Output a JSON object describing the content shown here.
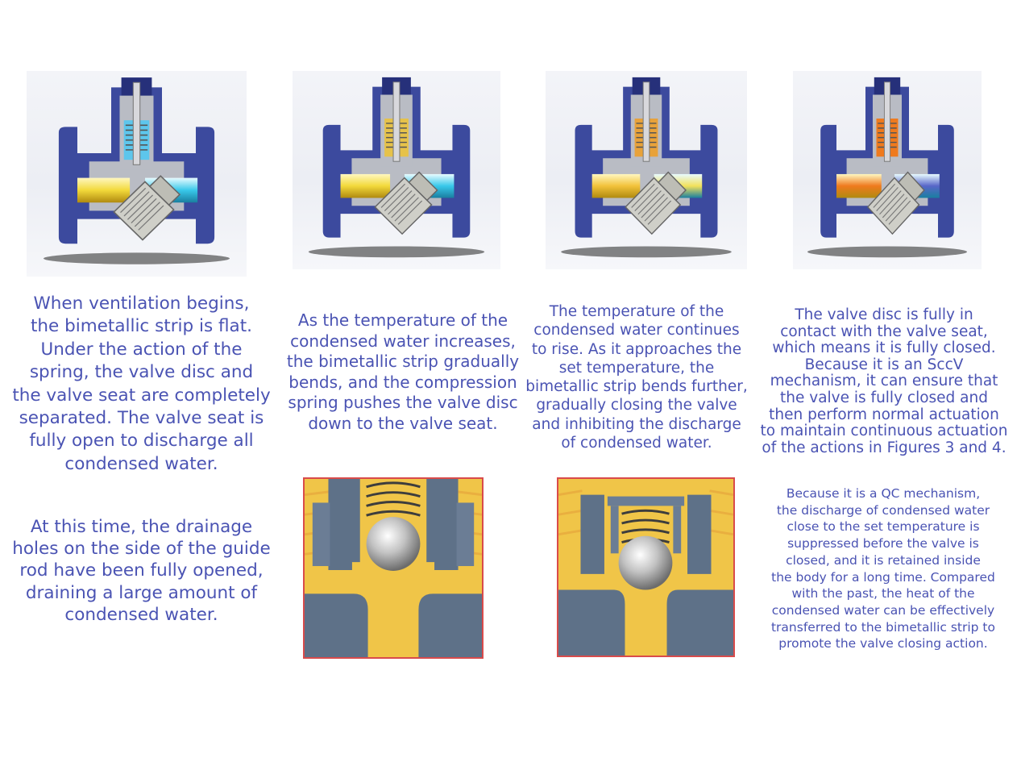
{
  "captions": {
    "stage1": [
      "When ventilation begins,",
      "the bimetallic strip is flat.",
      "Under the action of the",
      "spring, the valve disc and",
      "the valve seat are completely",
      "separated. The valve seat is",
      "fully open to discharge all",
      "condensed water."
    ],
    "stage1_extra": [
      "At this time, the drainage",
      "holes on the side of the guide",
      "rod have been fully opened,",
      "draining a large amount of",
      "condensed water."
    ],
    "stage2": [
      "As the temperature of the",
      "condensed water increases,",
      "the bimetallic strip gradually",
      "bends, and the compression",
      "spring pushes the valve disc",
      "down to the valve seat."
    ],
    "stage3": [
      "The temperature of the",
      "condensed water continues",
      "to rise. As it approaches the",
      "set temperature, the",
      "bimetallic strip bends further,",
      "gradually closing the valve",
      "and inhibiting the discharge",
      "of condensed water."
    ],
    "stage4": [
      "The valve disc is fully in",
      "contact with the valve seat,",
      "which means it is fully closed.",
      "Because it is an SccV",
      "mechanism, it can ensure that",
      "the valve is fully closed and",
      "then perform normal actuation",
      "to maintain continuous actuation",
      "of the actions in Figures 3 and 4."
    ],
    "qc_note": [
      "Because it is a QC mechanism,",
      "the discharge of condensed water",
      "close to the set temperature is",
      "suppressed before the valve is",
      "closed, and it is retained inside",
      "the body for a long time. Compared",
      "with the past, the heat of the",
      "condensed water can be effectively",
      "transferred to the bimetallic strip to",
      "promote the valve closing action."
    ]
  },
  "colors": {
    "text": "#4a53b3",
    "body": "#3c4a9e",
    "body_dark": "#26307a",
    "cutaway": "#b9bcc4",
    "border": "#d94b4b",
    "yellow": "#f2d93a",
    "cyan": "#38c8ea",
    "orange": "#ef7a1e",
    "steel": "#5e7188",
    "ball": "#c9c9c9"
  },
  "figures": [
    {
      "inlet": "#f2d93a",
      "outlet": "#38c8ea",
      "chamber": "#5dc6ec"
    },
    {
      "inlet": "#f2d93a",
      "outlet": "#38c8ea",
      "chamber": "#e6c24a"
    },
    {
      "inlet": "#f2c23a",
      "outlet": "#f2e15a",
      "chamber": "#e8a23a"
    },
    {
      "inlet": "#ef7a1e",
      "outlet": "#5866c8",
      "chamber": "#ef7a1e"
    }
  ]
}
